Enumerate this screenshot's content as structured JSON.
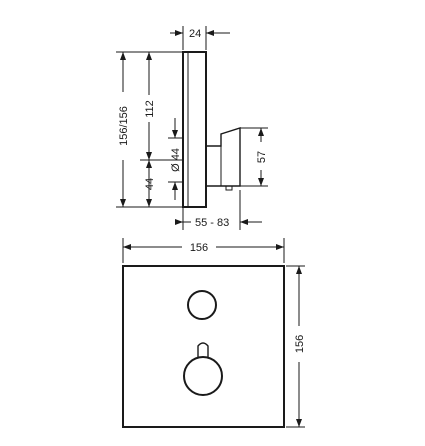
{
  "side_view": {
    "dim_depth": "24",
    "dim_total_height": "156/156",
    "dim_upper_height": "112",
    "dim_lower_height": "44",
    "dim_diameter": "Ø 44",
    "dim_handle_height": "57",
    "dim_projection": "55 - 83"
  },
  "front_view": {
    "dim_width": "156",
    "dim_height": "156"
  }
}
